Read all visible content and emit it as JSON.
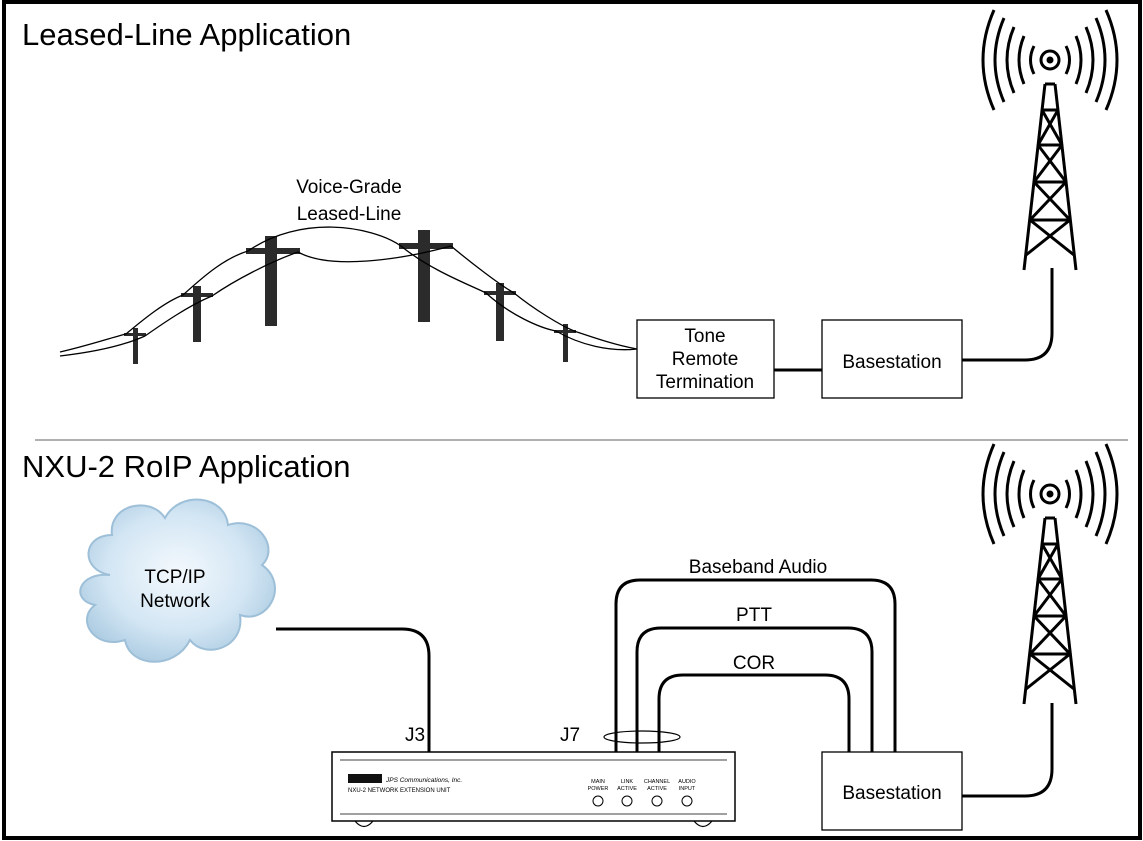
{
  "sections": {
    "leased": {
      "title": "Leased-Line Application",
      "line_label_1": "Voice-Grade",
      "line_label_2": "Leased-Line",
      "tone_remote_1": "Tone",
      "tone_remote_2": "Remote",
      "tone_remote_3": "Termination",
      "basestation": "Basestation"
    },
    "roip": {
      "title": "NXU-2 RoIP Application",
      "cloud_1": "TCP/IP",
      "cloud_2": "Network",
      "j3": "J3",
      "j7": "J7",
      "baseband": "Baseband Audio",
      "ptt": "PTT",
      "cor": "COR",
      "basestation": "Basestation",
      "device": {
        "brand": "JPS Communications, Inc.",
        "model": "NXU-2 NETWORK EXTENSION UNIT",
        "led_1a": "MAIN",
        "led_1b": "POWER",
        "led_2a": "LINK",
        "led_2b": "ACTIVE",
        "led_3a": "CHANNEL",
        "led_3b": "ACTIVE",
        "led_4a": "AUDIO",
        "led_4b": "INPUT"
      }
    }
  },
  "icons": [
    "radio-tower-icon",
    "utility-pole-icon",
    "cloud-icon"
  ],
  "colors": {
    "cloud_fill": "#cfe4f3",
    "cloud_edge": "#9dbfd8",
    "line": "#000000"
  }
}
